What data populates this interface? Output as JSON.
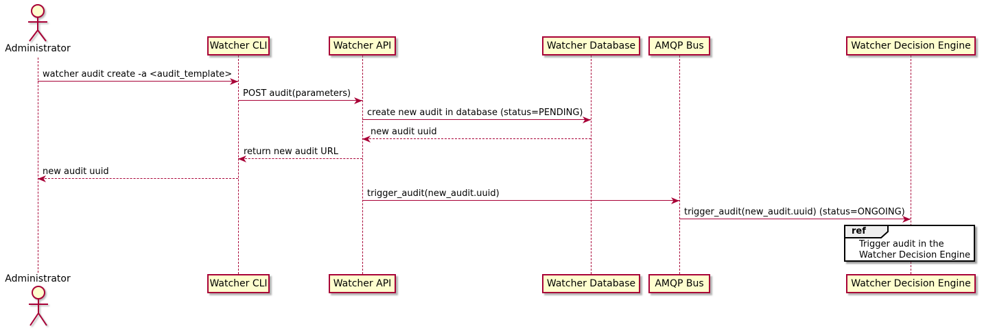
{
  "diagram": {
    "type": "sequence-diagram",
    "participants": [
      {
        "id": "administrator",
        "label": "Administrator",
        "kind": "actor"
      },
      {
        "id": "watcher-cli",
        "label": "Watcher CLI",
        "kind": "participant"
      },
      {
        "id": "watcher-api",
        "label": "Watcher API",
        "kind": "participant"
      },
      {
        "id": "watcher-database",
        "label": "Watcher Database",
        "kind": "participant"
      },
      {
        "id": "amqp-bus",
        "label": "AMQP Bus",
        "kind": "participant"
      },
      {
        "id": "watcher-decision-engine",
        "label": "Watcher Decision Engine",
        "kind": "participant"
      }
    ],
    "messages": [
      {
        "from": "Administrator",
        "to": "Watcher CLI",
        "label": "watcher audit create -a <audit_template>",
        "line": "solid",
        "direction": "right"
      },
      {
        "from": "Watcher CLI",
        "to": "Watcher API",
        "label": "POST audit(parameters)",
        "line": "solid",
        "direction": "right"
      },
      {
        "from": "Watcher API",
        "to": "Watcher Database",
        "label": "create new audit in database (status=PENDING)",
        "line": "solid",
        "direction": "right"
      },
      {
        "from": "Watcher Database",
        "to": "Watcher API",
        "label": "new audit uuid",
        "line": "dashed",
        "direction": "left"
      },
      {
        "from": "Watcher API",
        "to": "Watcher CLI",
        "label": "return new audit URL",
        "line": "dashed",
        "direction": "left"
      },
      {
        "from": "Watcher CLI",
        "to": "Administrator",
        "label": "new audit uuid",
        "line": "dashed",
        "direction": "left"
      },
      {
        "from": "Watcher API",
        "to": "AMQP Bus",
        "label": "trigger_audit(new_audit.uuid)",
        "line": "solid",
        "direction": "right"
      },
      {
        "from": "AMQP Bus",
        "to": "Watcher Decision Engine",
        "label": "trigger_audit(new_audit.uuid) (status=ONGOING)",
        "line": "solid",
        "direction": "right"
      }
    ],
    "ref_fragment": {
      "keyword": "ref",
      "over": "Watcher Decision Engine",
      "line1": "Trigger audit in the",
      "line2": "Watcher Decision Engine"
    },
    "colors": {
      "participant_fill": "#FEFECE",
      "participant_border": "#A80036",
      "arrow": "#A80036",
      "lifeline": "#A80036",
      "text": "#000000",
      "ref_border": "#000000",
      "ref_tab_fill": "#EEEEEE",
      "actor_head_fill": "#FEFECE"
    }
  }
}
